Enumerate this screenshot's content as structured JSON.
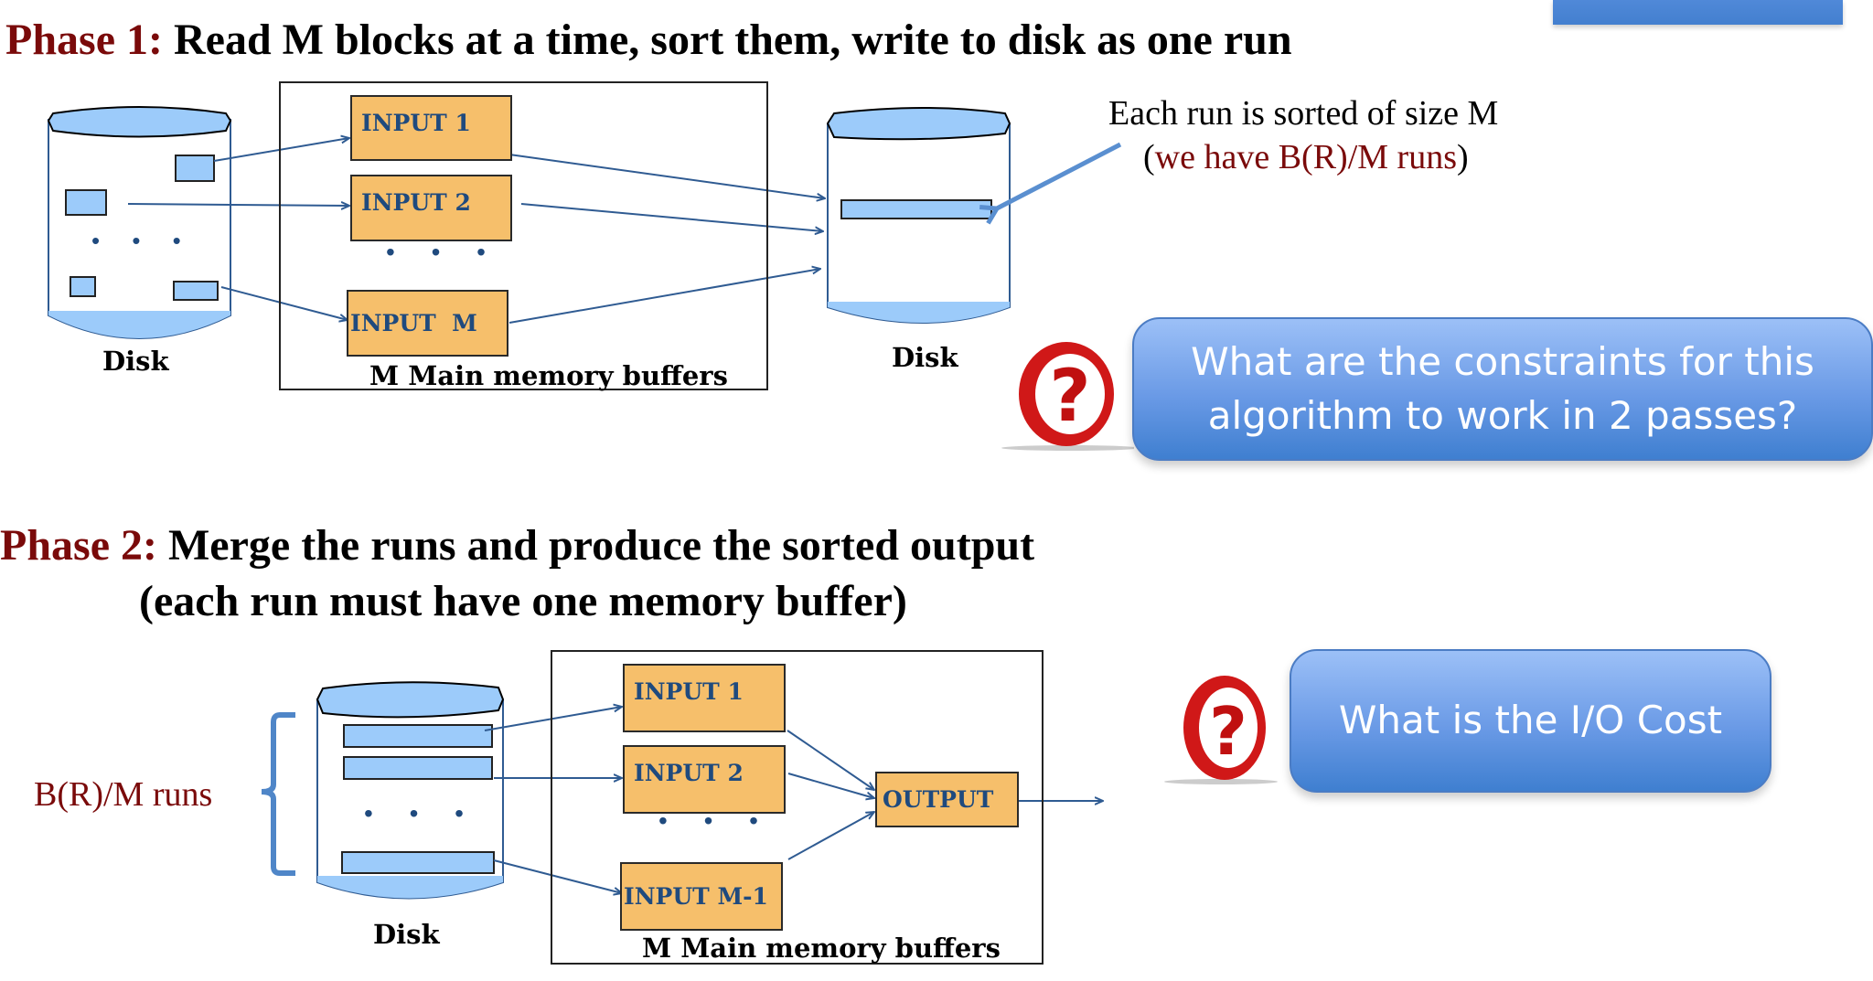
{
  "top_banner": {
    "color": "#4a80d0"
  },
  "phase1": {
    "label": "Phase 1:",
    "text": "Read M blocks at a time, sort them, write to disk as one run",
    "source_disk_label": "Disk",
    "buffers": [
      "INPUT 1",
      "INPUT 2",
      "INPUT  M"
    ],
    "buffer_dots": "• • •",
    "disk_dots": "• • •",
    "memory_label": "M Main memory buffers",
    "target_disk_label": "Disk",
    "note_line1": "Each run is sorted of size M",
    "note_line2_open": "(",
    "note_line2_red": "we have B(R)/M runs",
    "note_line2_close": ")",
    "question": "What are the constraints for this algorithm to work in 2 passes?"
  },
  "phase2": {
    "label": "Phase 2:",
    "text": "Merge the runs and produce the sorted output",
    "subtext": "(each run must have one memory buffer)",
    "runs_label": "B(R)/M runs",
    "disk_label": "Disk",
    "disk_dots": "• • •",
    "buffers": [
      "INPUT 1",
      "INPUT 2",
      "INPUT M-1"
    ],
    "buffer_dots": "• • •",
    "output_label": "OUTPUT",
    "memory_label": "M Main memory buffers",
    "question": "What is the I/O Cost"
  },
  "colors": {
    "phase_red": "#7a0a0a",
    "buffer_fill": "#f6bf6b",
    "buffer_text": "#1f4a7e",
    "disk_fill": "#9ccbfa",
    "arrow": "#2f5b92",
    "bubble_blue": "#6a9ae6",
    "question_red": "#d01818"
  }
}
